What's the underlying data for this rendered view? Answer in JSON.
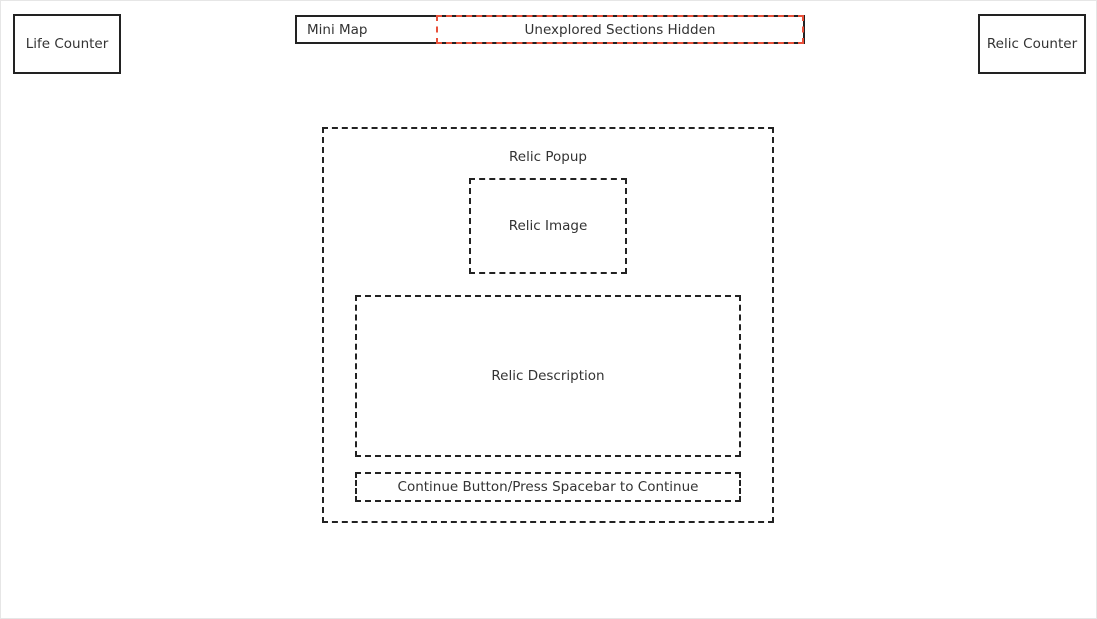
{
  "hud": {
    "life_counter": "Life Counter",
    "relic_counter": "Relic Counter",
    "mini_map": "Mini Map",
    "unexplored": "Unexplored Sections Hidden"
  },
  "popup": {
    "title": "Relic Popup",
    "image": "Relic Image",
    "description": "Relic Description",
    "continue": "Continue Button/Press Spacebar to Continue"
  },
  "colors": {
    "outline": "#222222",
    "unexplored_outline": "#e8503a",
    "frame": "#e6e6e6"
  }
}
